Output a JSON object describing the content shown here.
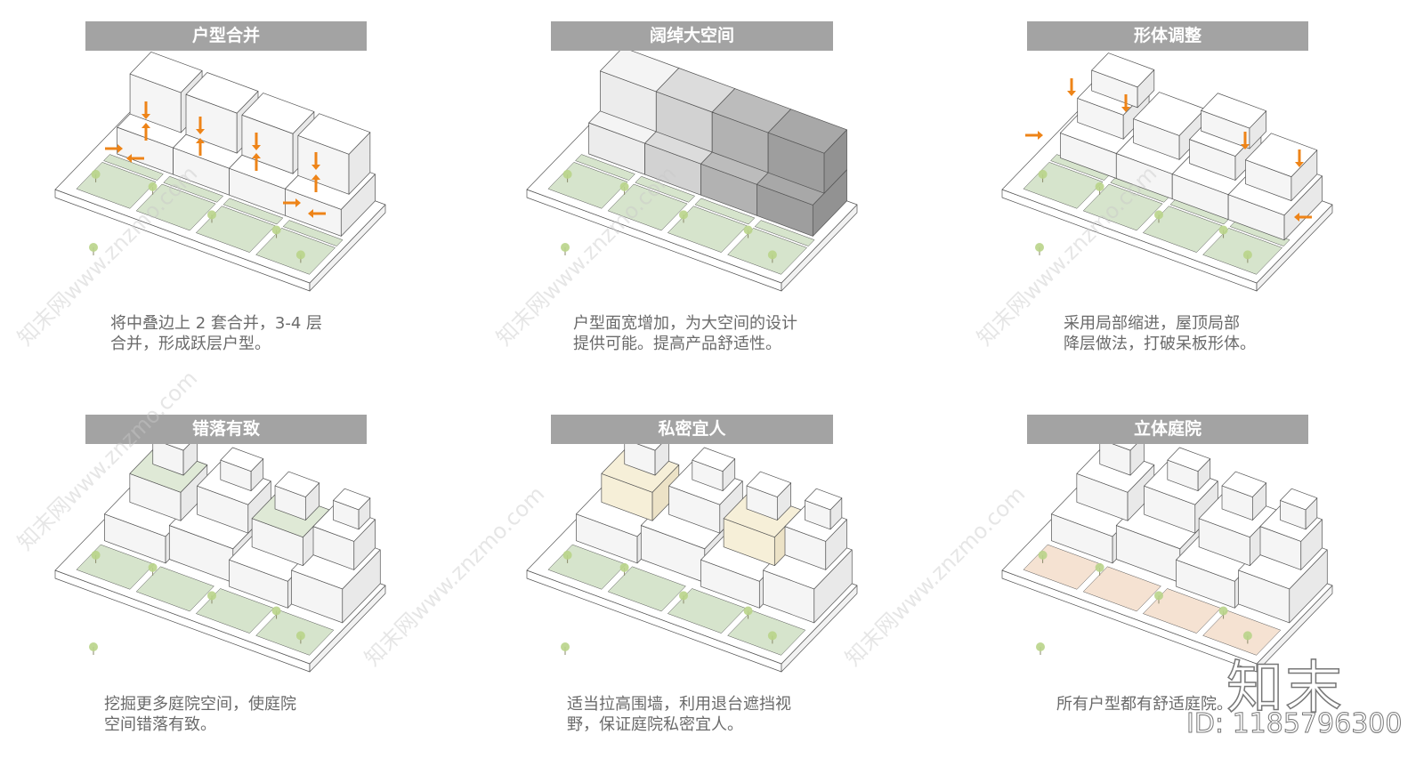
{
  "panels": [
    {
      "title": "户型合并",
      "caption": "将中叠边上 2 套合并，3-4 层\n合并，形成跃层户型。"
    },
    {
      "title": "阔绰大空间",
      "caption": "户型面宽增加，为大空间的设计\n提供可能。提高产品舒适性。"
    },
    {
      "title": "形体调整",
      "caption": "采用局部缩进，屋顶局部\n降层做法，打破呆板形体。"
    },
    {
      "title": "错落有致",
      "caption": "挖掘更多庭院空间，使庭院\n空间错落有致。"
    },
    {
      "title": "私密宜人",
      "caption": "适当拉高围墙，利用退台遮挡视\n野，保证庭院私密宜人。"
    },
    {
      "title": "立体庭院",
      "caption": "所有户型都有舒适庭院。"
    }
  ],
  "watermark": {
    "text": "知末网www.znzmo.com",
    "brand": "知末",
    "id": "ID: 1185796300"
  },
  "colors": {
    "header": "#a3a3a3",
    "green": "#d6e4cc",
    "arrow": "#ee8418",
    "cream": "#f6efd8",
    "peach": "#f5e2d2"
  }
}
